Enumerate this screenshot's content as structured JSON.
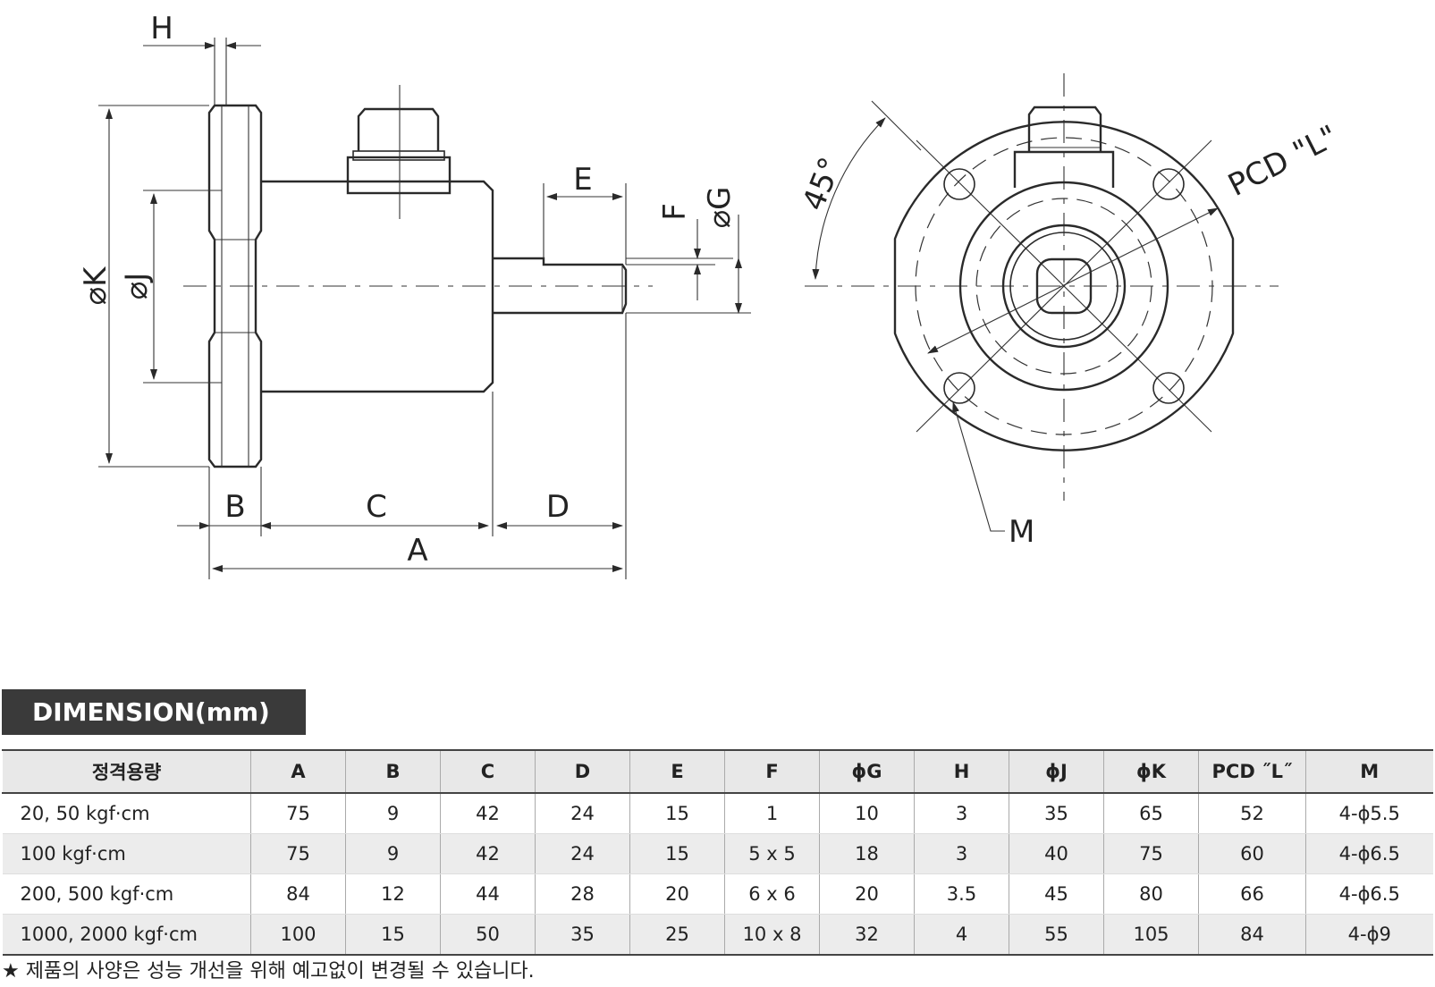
{
  "drawing": {
    "side_view_labels": {
      "H": "H",
      "K": "⌀K",
      "J": "⌀J",
      "E": "E",
      "F": "F",
      "G": "⌀G",
      "B": "B",
      "C": "C",
      "D": "D",
      "A": "A"
    },
    "front_view_labels": {
      "angle": "45°",
      "pcd": "PCD \"L\"",
      "M": "M"
    }
  },
  "dimension_title": "DIMENSION(mm)",
  "table": {
    "headers": [
      "정격용량",
      "A",
      "B",
      "C",
      "D",
      "E",
      "F",
      "ϕG",
      "H",
      "ϕJ",
      "ϕK",
      "PCD ˝L˝",
      "M"
    ],
    "rows": [
      [
        "20, 50 kgf·cm",
        "75",
        "9",
        "42",
        "24",
        "15",
        "1",
        "10",
        "3",
        "35",
        "65",
        "52",
        "4-ϕ5.5"
      ],
      [
        "100 kgf·cm",
        "75",
        "9",
        "42",
        "24",
        "15",
        "5 x 5",
        "18",
        "3",
        "40",
        "75",
        "60",
        "4-ϕ6.5"
      ],
      [
        "200, 500 kgf·cm",
        "84",
        "12",
        "44",
        "28",
        "20",
        "6 x 6",
        "20",
        "3.5",
        "45",
        "80",
        "66",
        "4-ϕ6.5"
      ],
      [
        "1000, 2000 kgf·cm",
        "100",
        "15",
        "50",
        "35",
        "25",
        "10 x 8",
        "32",
        "4",
        "55",
        "105",
        "84",
        "4-ϕ9"
      ]
    ]
  },
  "note": "★ 제품의 사양은 성능 개선을 위해 예고없이 변경될 수 있습니다."
}
